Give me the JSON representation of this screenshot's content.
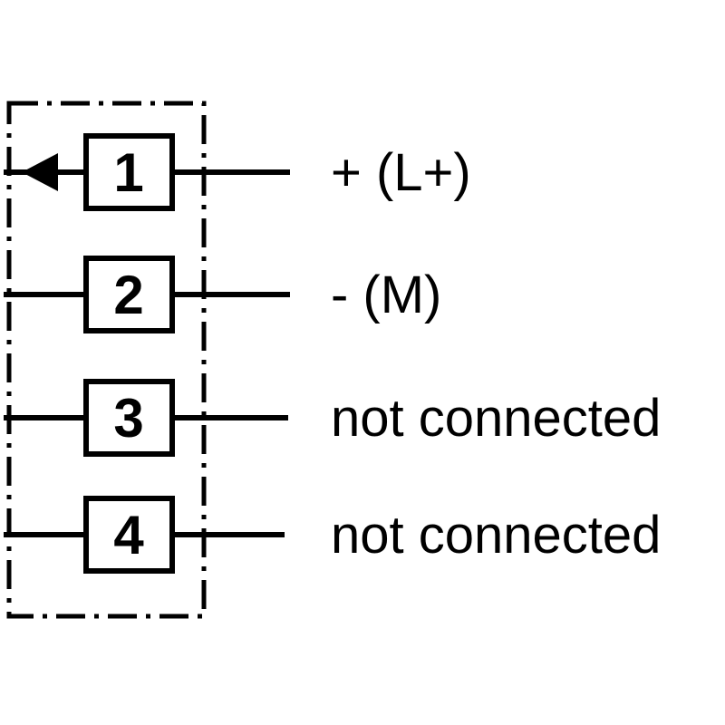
{
  "diagram": {
    "boundary_style": "dash-dot",
    "colors": {
      "stroke": "#000000",
      "background": "#ffffff"
    },
    "icons": {
      "row1_arrow": "left-pointing-triangle-arrow"
    },
    "rows": [
      {
        "pin": "1",
        "label": "+ (L+)"
      },
      {
        "pin": "2",
        "label": "- (M)"
      },
      {
        "pin": "3",
        "label": "not connected"
      },
      {
        "pin": "4",
        "label": "not connected"
      }
    ]
  }
}
